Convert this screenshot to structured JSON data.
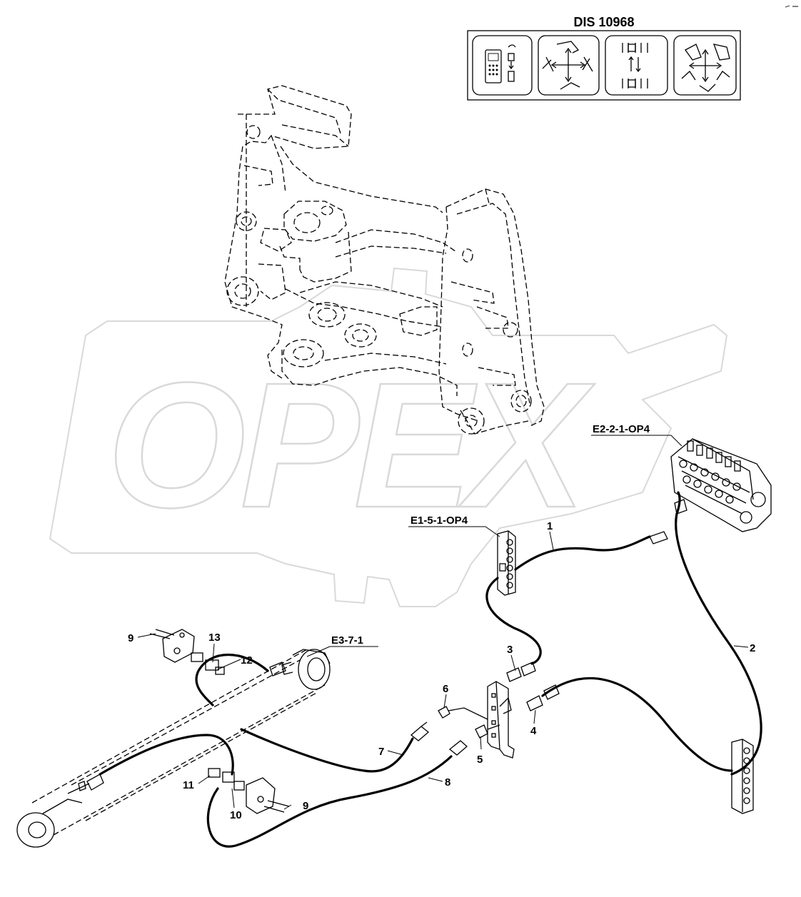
{
  "watermark": {
    "text": "OPEX",
    "color": "#d9d9d9"
  },
  "header": {
    "code": "DIS 10968"
  },
  "pictograms": [
    {
      "icon": "joystick-controller-icon"
    },
    {
      "icon": "boom-movement-cross-icon"
    },
    {
      "icon": "cylinder-arrows-icon"
    },
    {
      "icon": "bucket-movement-cross-icon"
    }
  ],
  "references": {
    "control_valve": "E2-2-1-OP4",
    "coupling_block": "E1-5-1-OP4",
    "cylinder": "E3-7-1"
  },
  "callouts": {
    "c1": "1",
    "c2": "2",
    "c3": "3",
    "c4": "4",
    "c5": "5",
    "c6": "6",
    "c7": "7",
    "c8": "8",
    "c9a": "9",
    "c9b": "9",
    "c10": "10",
    "c11": "11",
    "c12": "12",
    "c13": "13"
  }
}
